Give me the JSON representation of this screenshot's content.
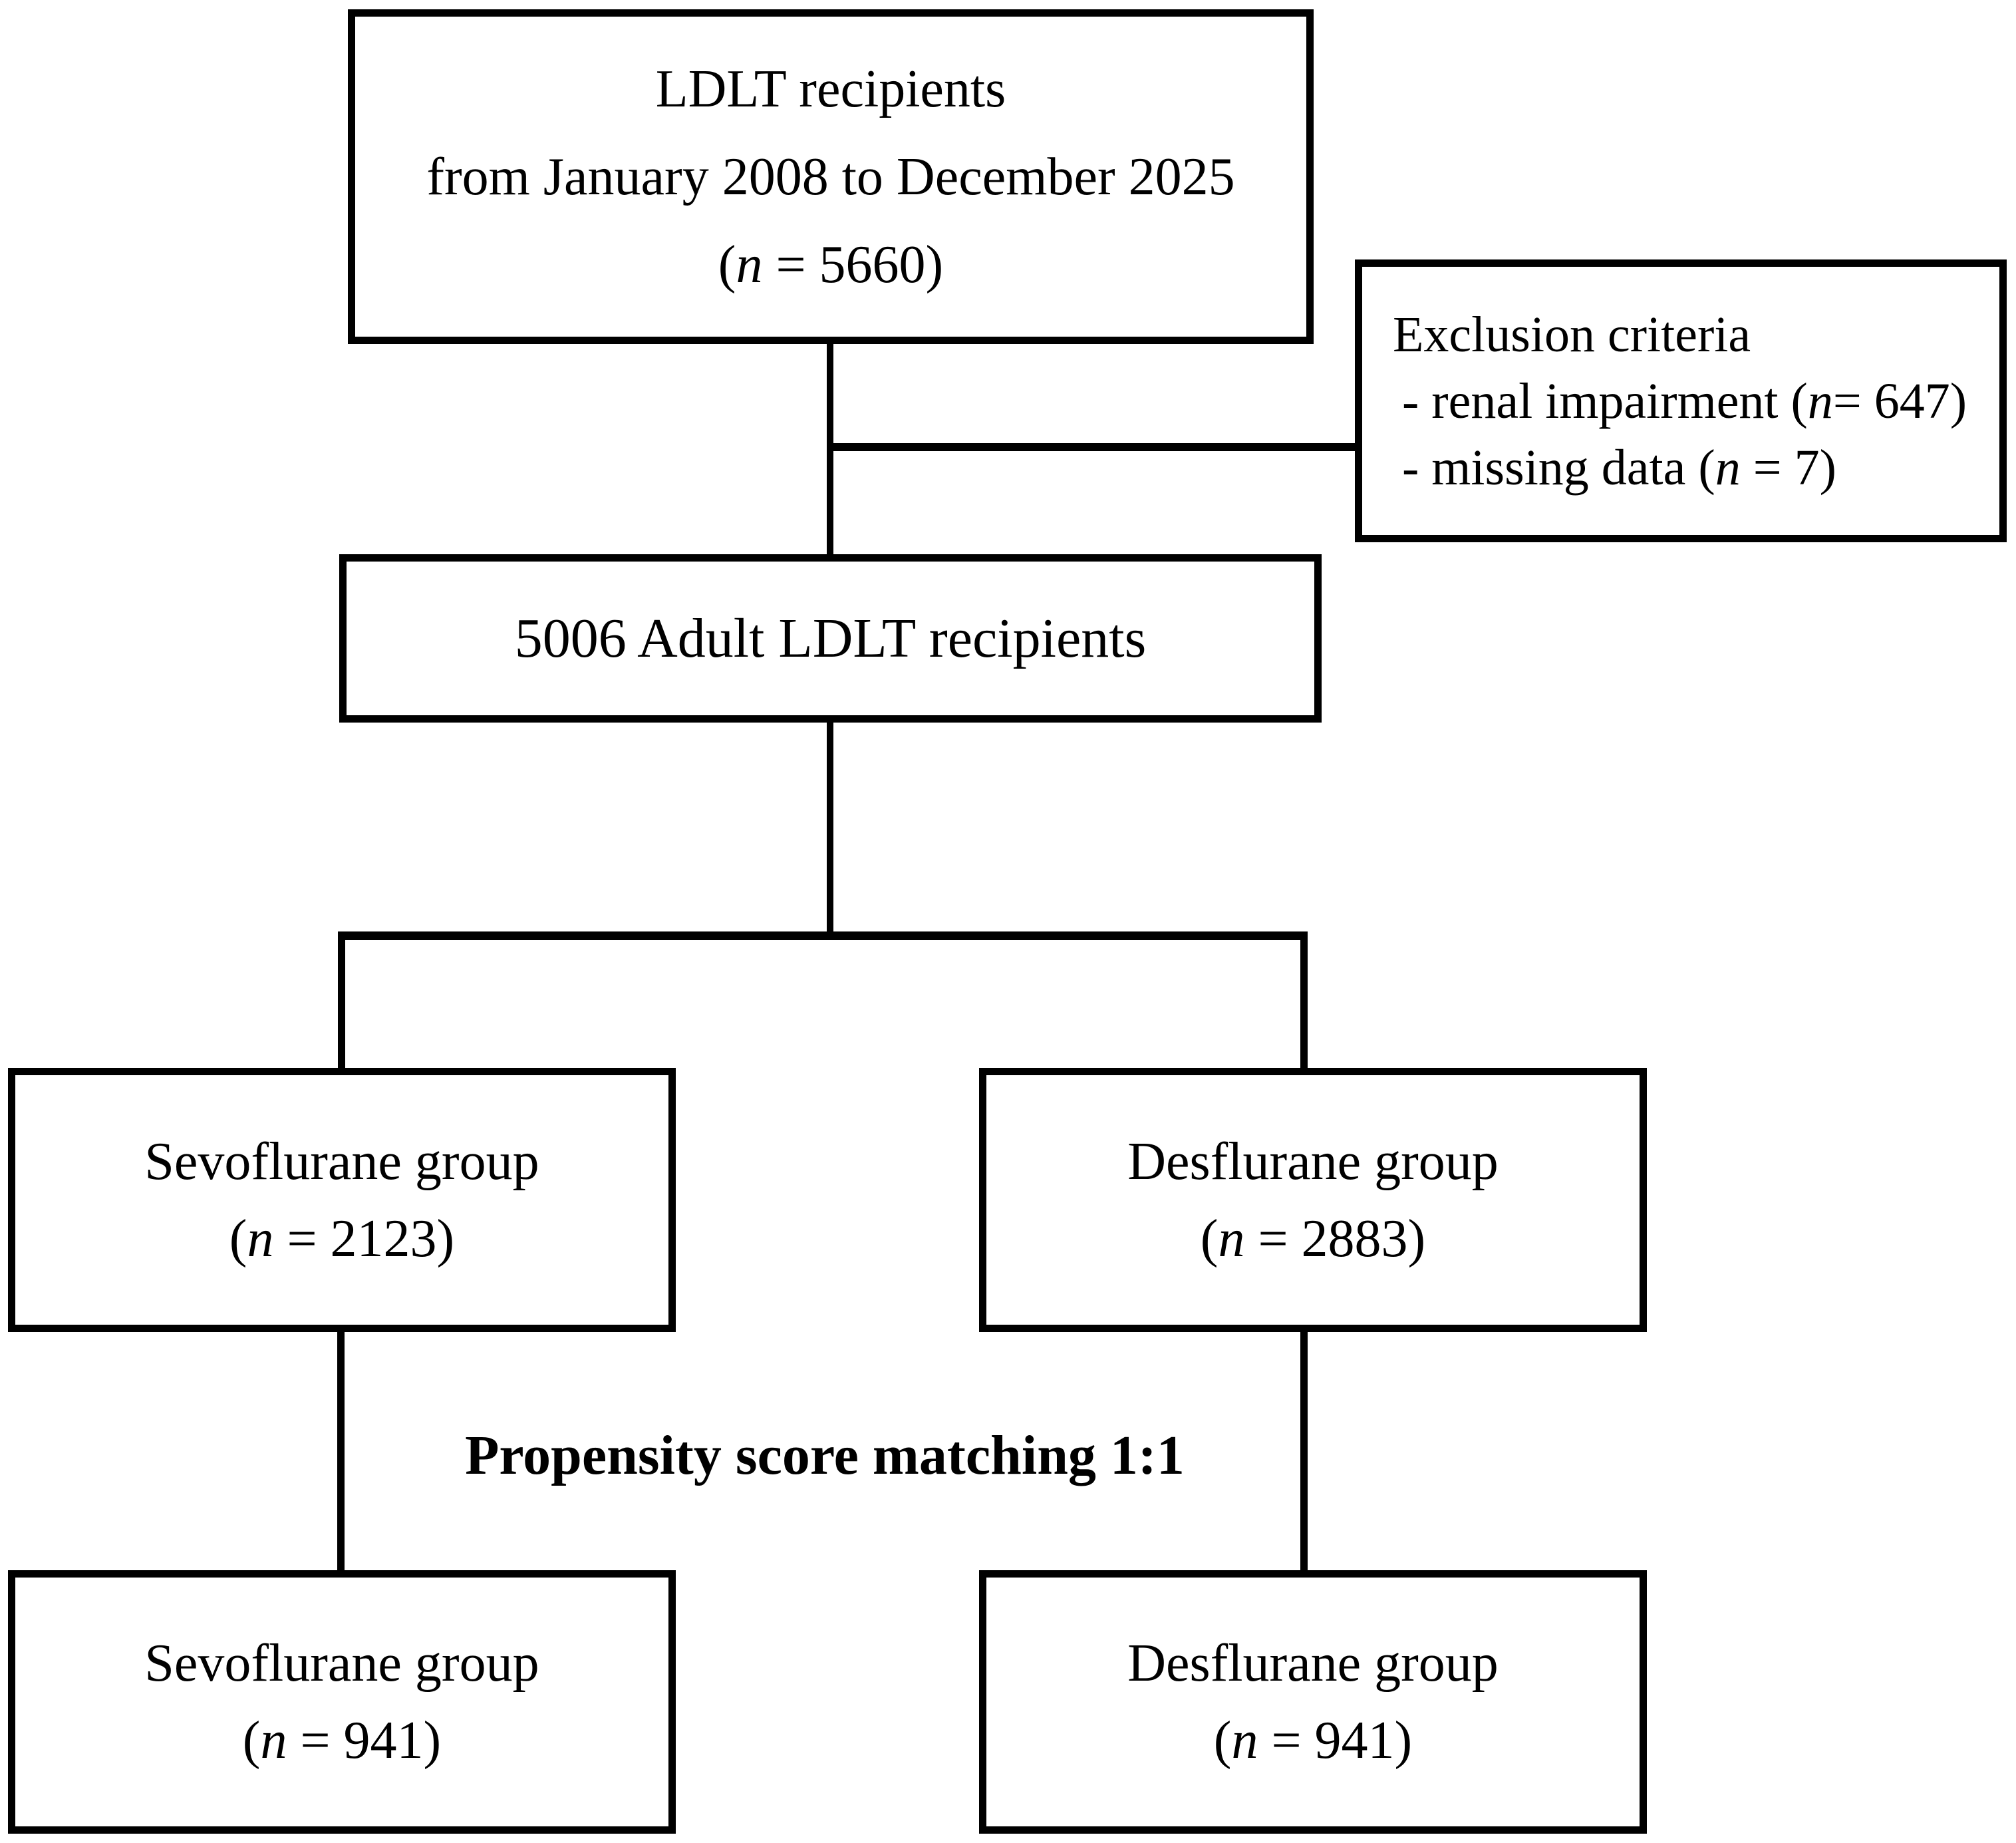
{
  "colors": {
    "line": "#000000",
    "background": "#ffffff",
    "text": "#000000"
  },
  "boxes": {
    "top": {
      "line1": "LDLT recipients",
      "line2": "from January 2008 to December 2025",
      "n_pre": "(",
      "n_var": "n",
      "n_post": " = 5660)"
    },
    "exclusion": {
      "title": "Exclusion criteria",
      "item1_pre": "- renal impairment (",
      "item1_var": "n",
      "item1_post": "= 647)",
      "item2_pre": "- missing data (",
      "item2_var": "n",
      "item2_post": " = 7)"
    },
    "eligible": {
      "label": "5006 Adult LDLT recipients"
    },
    "sevoflurane": {
      "line1": "Sevoflurane group",
      "n_pre": "(",
      "n_var": "n",
      "n_post": " = 2123)"
    },
    "desflurane": {
      "line1": "Desflurane group",
      "n_pre": "(",
      "n_var": "n",
      "n_post": " = 2883)"
    },
    "sevoflurane_matched": {
      "line1": "Sevoflurane group",
      "n_pre": "(",
      "n_var": "n",
      "n_post": " = 941)"
    },
    "desflurane_matched": {
      "line1": "Desflurane group",
      "n_pre": "(",
      "n_var": "n",
      "n_post": " = 941)"
    }
  },
  "labels": {
    "matching": "Propensity score matching 1:1"
  }
}
